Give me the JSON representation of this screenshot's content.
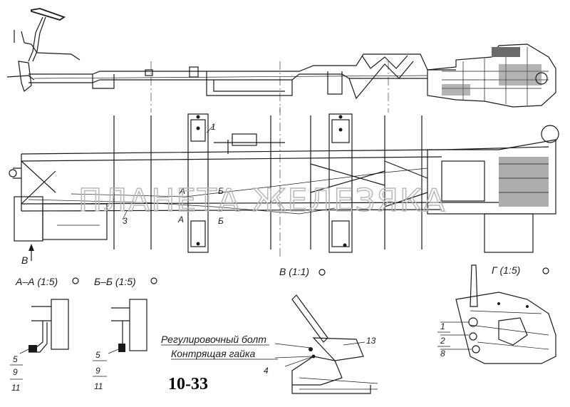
{
  "watermark": "ПЛАНЕТА ЖЕЛЕЗЯКА",
  "figure_number": "10-33",
  "views": {
    "plan_view_arrow": "В",
    "section_aa": {
      "title": "А–А (1:5)",
      "callouts": [
        "5",
        "9",
        "11"
      ]
    },
    "section_bb": {
      "title": "Б–Б (1:5)",
      "callouts": [
        "5",
        "9",
        "11"
      ]
    },
    "view_v": {
      "title": "В (1:1)",
      "callouts": [
        "13",
        "4"
      ],
      "notes": [
        "Регулировочный болт",
        "Контрящая гайка"
      ]
    },
    "view_g": {
      "title": "Г (1:5)",
      "callouts": [
        "1",
        "2",
        "8"
      ]
    }
  },
  "plan_markers": {
    "a_top": "А",
    "a_bottom": "А",
    "b_top": "Б",
    "b_bottom": "Б",
    "callout_3": "3",
    "callout_1": "1"
  }
}
